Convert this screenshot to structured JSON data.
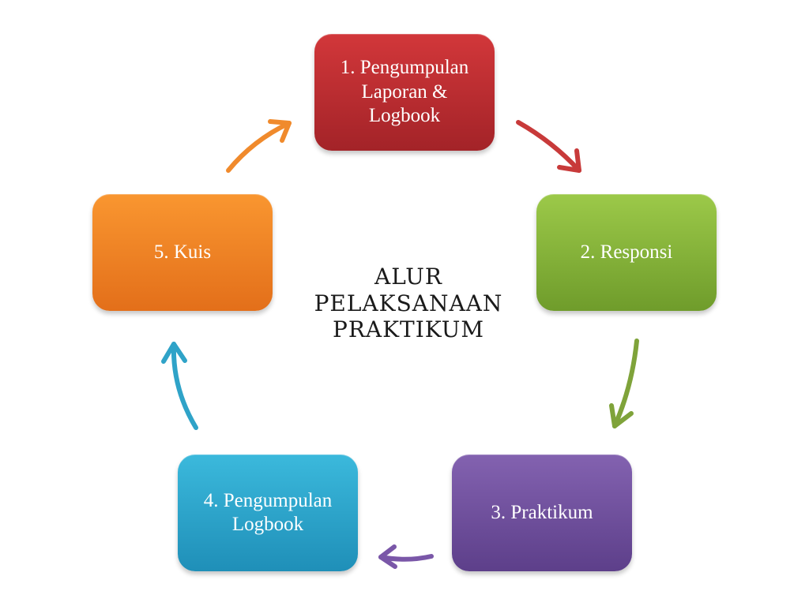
{
  "center_title": [
    "ALUR",
    "PELAKSANAAN",
    "PRAKTIKUM"
  ],
  "steps": [
    {
      "label": "1. Pengumpulan\nLaporan &\nLogbook",
      "color": "#c0302f"
    },
    {
      "label": "2. Responsi",
      "color": "#88b93a"
    },
    {
      "label": "3. Praktikum",
      "color": "#7352a0"
    },
    {
      "label": "4. Pengumpulan\nLogbook",
      "color": "#2ea6cf"
    },
    {
      "label": "5. Kuis",
      "color": "#f18224"
    }
  ],
  "arrows": [
    {
      "from": "step-1",
      "to": "step-2",
      "color": "#c83a3a"
    },
    {
      "from": "step-2",
      "to": "step-3",
      "color": "#7fa33a"
    },
    {
      "from": "step-3",
      "to": "step-4",
      "color": "#7a57a8"
    },
    {
      "from": "step-4",
      "to": "step-5",
      "color": "#2fa3c8"
    },
    {
      "from": "step-5",
      "to": "step-1",
      "color": "#f08a2c"
    }
  ]
}
